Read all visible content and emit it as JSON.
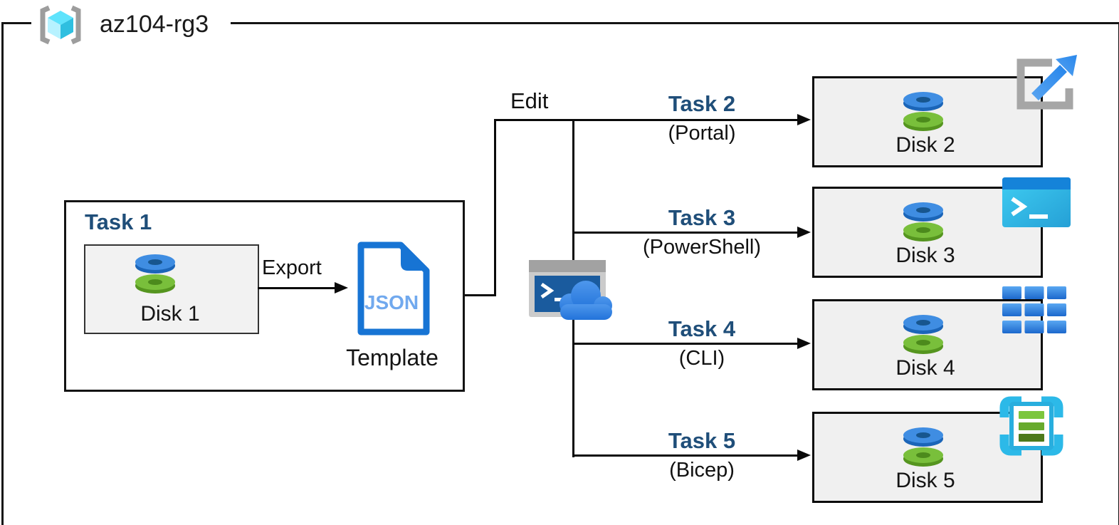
{
  "frame": {
    "resource_group_label": "az104-rg3"
  },
  "task1": {
    "title": "Task 1",
    "disk_label": "Disk 1",
    "export_label": "Export",
    "json_label": "JSON",
    "template_label": "Template"
  },
  "edit_label": "Edit",
  "branches": [
    {
      "task": "Task 2",
      "method": "(Portal)",
      "disk": "Disk 2",
      "tool_icon": "share-arrow-icon"
    },
    {
      "task": "Task 3",
      "method": "(PowerShell)",
      "disk": "Disk 3",
      "tool_icon": "powershell-icon"
    },
    {
      "task": "Task 4",
      "method": "(CLI)",
      "disk": "Disk 4",
      "tool_icon": "cli-grid-icon"
    },
    {
      "task": "Task 5",
      "method": "(Bicep)",
      "disk": "Disk 5",
      "tool_icon": "bicep-template-icon"
    }
  ],
  "colors": {
    "task_label_blue": "#1F4E79",
    "line_black": "#0A0A0A",
    "box_fill_gray": "#F0F0F0",
    "disk_blue": "#3F8DE2",
    "disk_green": "#79BF3B",
    "json_doc_blue": "#1774D4",
    "json_text_blue": "#71A9EE",
    "portal_arrow_blue": "#2A88EC",
    "powershell_title_blue": "#1583D9",
    "powershell_body_cyan": "#2FC0EC",
    "cli_blue": "#1C68CC",
    "bicep_cyan": "#2CB9E8",
    "bicep_green": "#67AA2D",
    "cloudshell_terminal_blue": "#1A5B9E",
    "cloud_blue": "#2E7DE0",
    "rg_cube_cyan": "#50E6FF",
    "icon_gray": "#A6A6A6"
  }
}
